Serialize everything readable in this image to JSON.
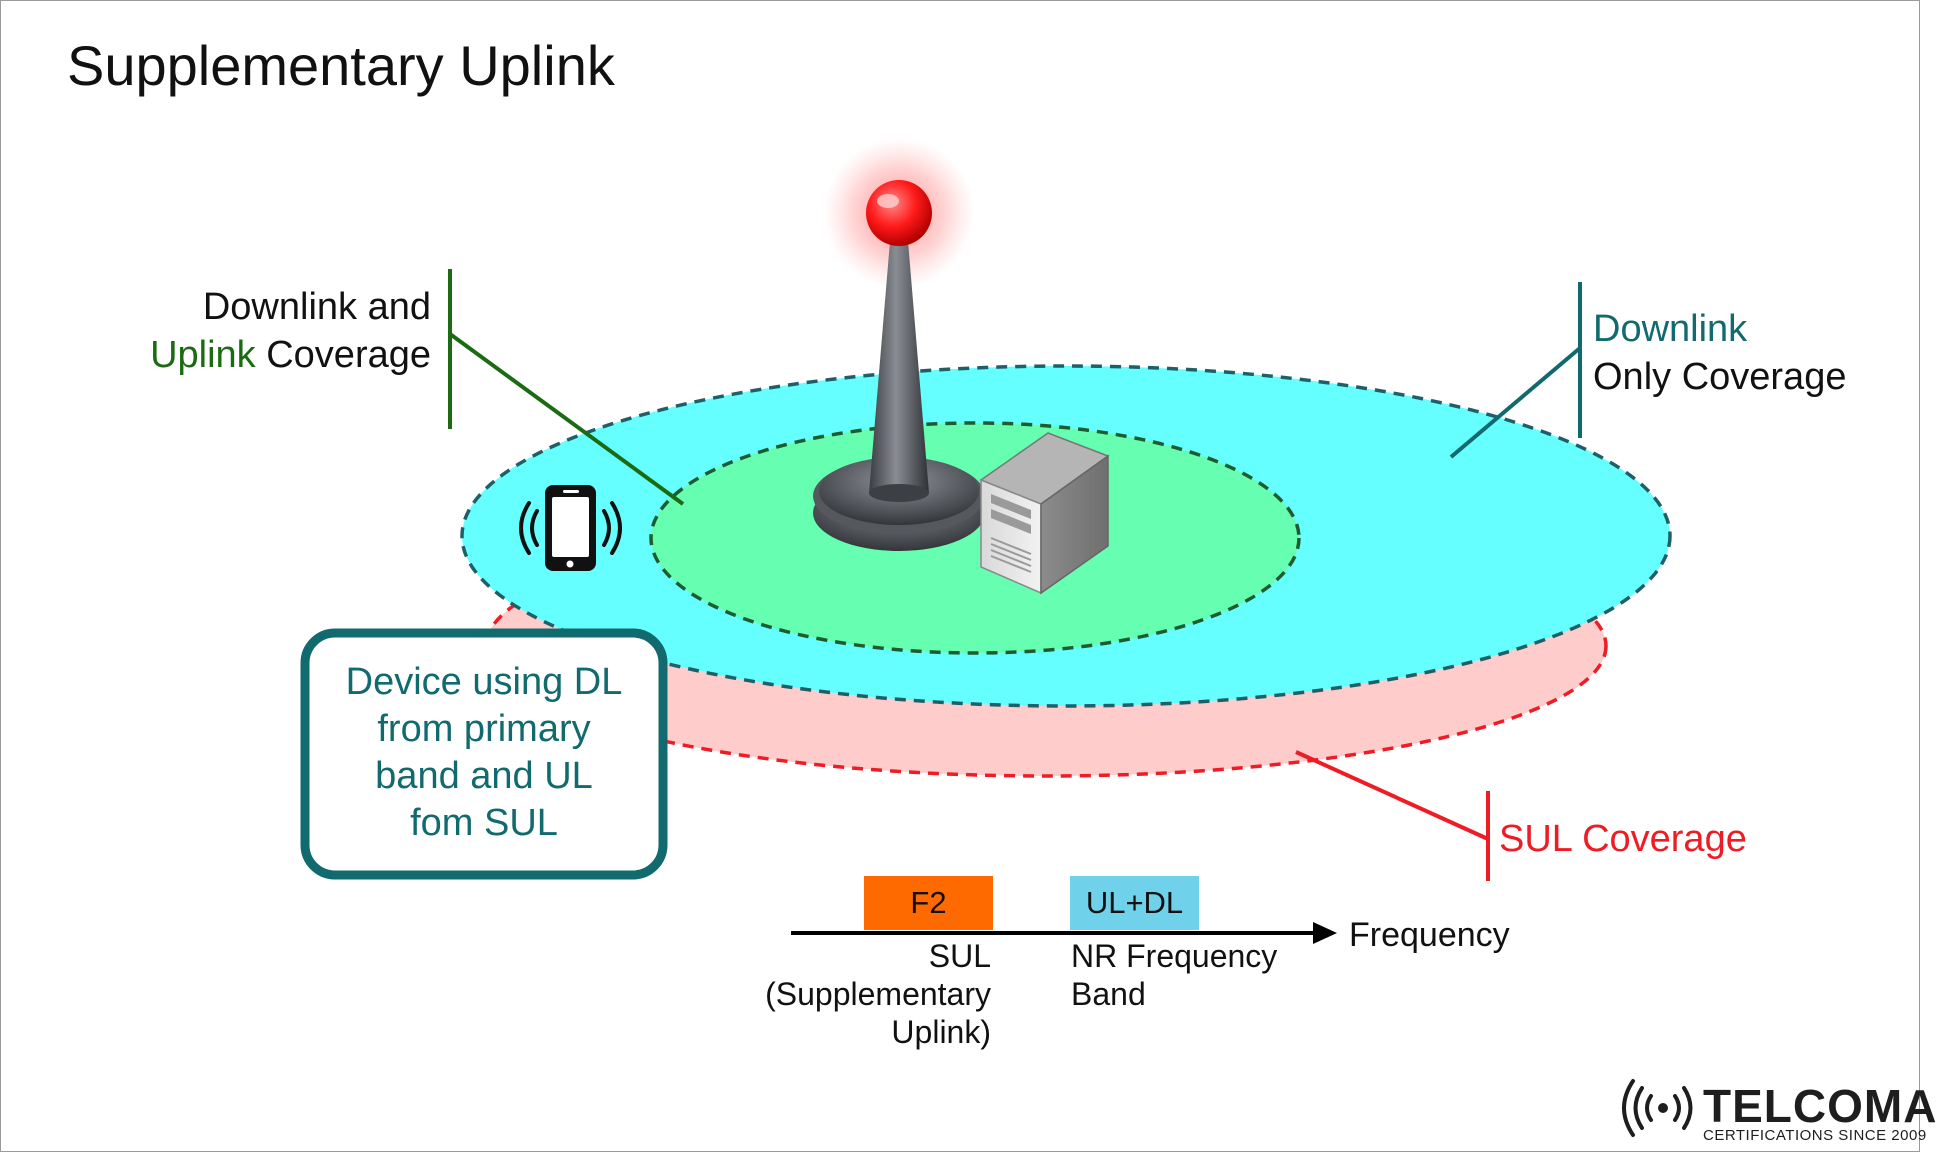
{
  "title": "Supplementary Uplink",
  "labels": {
    "dl_ul_line1": "Downlink and",
    "dl_ul_line2_part1": "Uplink",
    "dl_ul_line2_part2": " Coverage",
    "dl_only_line1": "Downlink",
    "dl_only_line2": "Only Coverage",
    "sul_coverage": "SUL Coverage"
  },
  "device_box": {
    "lines": [
      "Device using DL",
      "from primary",
      "band and UL",
      "fom SUL"
    ]
  },
  "frequency": {
    "axis_label": "Frequency",
    "chip_f2": "F2",
    "chip_uldl": "UL+DL",
    "sul_caption": [
      "SUL",
      "(Supplementary",
      "Uplink)"
    ],
    "nr_caption": [
      "NR Frequency",
      "Band"
    ]
  },
  "logo": {
    "name": "TELCOMA",
    "tagline": "CERTIFICATIONS SINCE 2009"
  },
  "colors": {
    "outer_fill": "#66ffff",
    "inner_fill": "#66ffb2",
    "sul_fill": "#ffcccc",
    "sul_stroke": "#ee1c24",
    "teal": "#116a6e",
    "green": "#1b6b12",
    "f2_chip": "#ff6a00",
    "uldl_chip": "#70d2ea"
  },
  "icons": [
    "antenna-tower-icon",
    "server-icon",
    "smartphone-icon",
    "telcoma-logo-icon"
  ]
}
